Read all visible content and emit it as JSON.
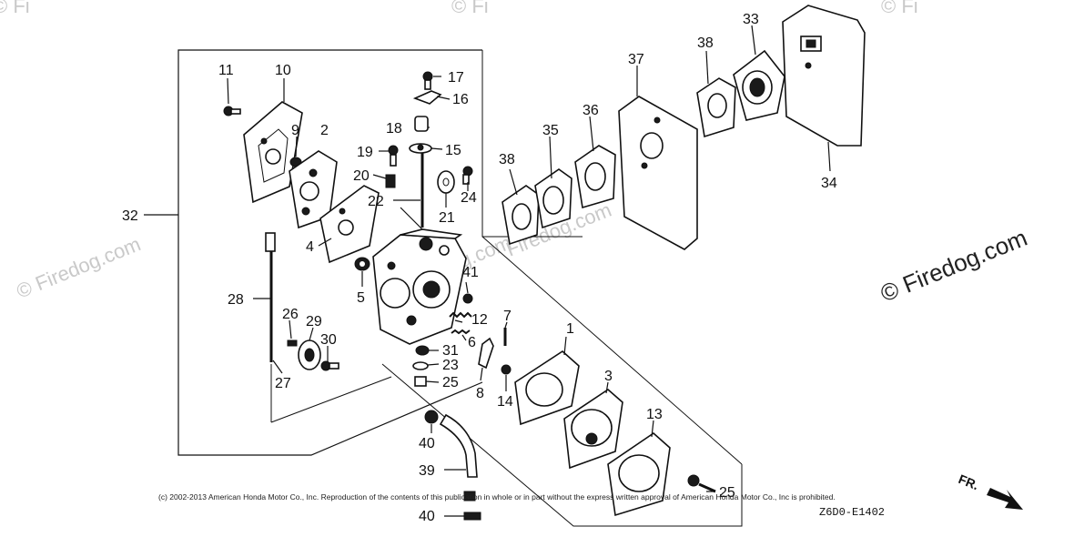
{
  "watermarks": {
    "main": "© Firedog.com",
    "faint": [
      "© Fi",
      "© Fi",
      "© Fi",
      "© Firedog.com",
      "Firedog.com",
      "Firedog.com"
    ]
  },
  "copyright": "(c) 2002-2013 American Honda Motor Co., Inc. Reproduction of the contents of this publication in whole or in part without the express written approval of American Honda Motor Co., Inc is prohibited.",
  "diagram_code": "Z6D0-E1402",
  "direction_label": "FR.",
  "callouts": [
    "1",
    "2",
    "3",
    "4",
    "5",
    "6",
    "7",
    "8",
    "9",
    "10",
    "11",
    "12",
    "13",
    "14",
    "15",
    "16",
    "17",
    "18",
    "19",
    "20",
    "21",
    "22",
    "23",
    "24",
    "25",
    "25",
    "26",
    "27",
    "28",
    "29",
    "30",
    "31",
    "32",
    "33",
    "34",
    "35",
    "36",
    "37",
    "38",
    "38",
    "39",
    "40",
    "40",
    "41"
  ]
}
